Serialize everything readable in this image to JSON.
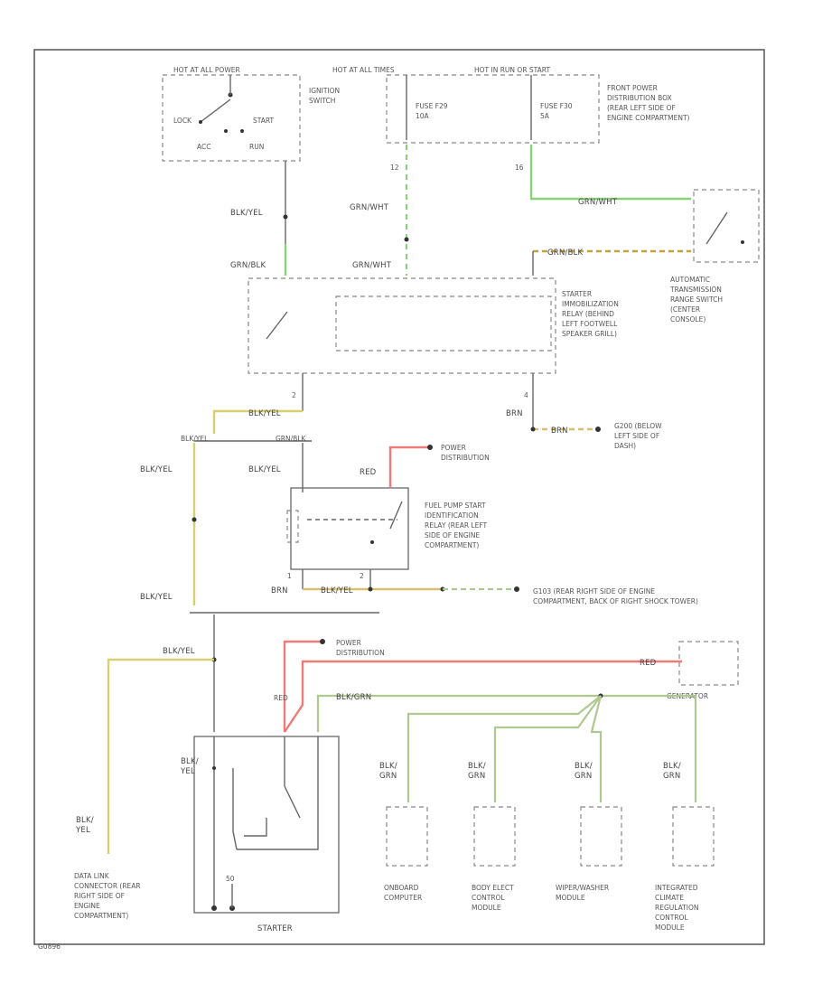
{
  "labels": {
    "hot_ign_run": "HOT AT ALL TIMES",
    "ign_title": "HOT AT ALL POWER",
    "hot_cranking": "HOT IN RUN OR START",
    "ignition_switch": "IGNITION SWITCH",
    "lock": "LOCK",
    "start": "START",
    "acc": "ACC",
    "run": "RUN",
    "fuse_10a": "FUSE F29 10A",
    "fuse_5a": "FUSE F30 5A",
    "front_pdb": "FRONT POWER DISTRIBUTION BOX (REAR LEFT SIDE OF ENGINE COMPARTMENT)",
    "blk_yel_1": "BLK/YEL",
    "grn_wht_1": "GRN/WHT",
    "grn_wht_2": "GRN/WHT",
    "grn_wht_3": "GRN/WHT",
    "grn_blk_1": "GRN/BLK",
    "grn_blk_2": "GRN/BLK",
    "atr_switch": "AUTOMATIC TRANSMISSION RANGE SWITCH (CENTER CONSOLE)",
    "starter_relay": "STARTER IMMOBILIZATION RELAY (BEHIND LEFT FOOTWELL SPEAKER GRILL)",
    "brn_1": "BRN",
    "brn_2": "BRN",
    "g200": "G200 (BELOW LEFT SIDE OF DASH)",
    "blk_yel_2": "BLK/YEL",
    "blk_yel_3": "BLK/YEL",
    "blk_yel_4": "BLK/YEL",
    "blk_yel_5": "BLK/YEL",
    "blk_yel_6": "BLK/YEL",
    "blk_yel_7": "BLK/YEL",
    "blk_yel_8": "BLK/YEL",
    "grn_blk_3": "GRN/BLK",
    "red_1": "RED",
    "power_dist_1": "POWER DISTRIBUTION",
    "fuel_pump_relay": "FUEL PUMP START IDENTIFICATION RELAY (REAR LEFT SIDE OF ENGINE COMPARTMENT)",
    "g103": "G103 (REAR RIGHT SIDE OF ENGINE COMPARTMENT, BACK OF RIGHT SHOCK TOWER)",
    "power_dist_2": "POWER DISTRIBUTION",
    "red_2": "RED",
    "red_3": "RED",
    "blk_grn": "BLK/GRN",
    "generator": "GENERATOR",
    "blk_yel_9": "BLK/ YEL",
    "blk_grn_1": "BLK/ GRN",
    "blk_grn_2": "BLK/ GRN",
    "blk_grn_3": "BLK/ GRN",
    "blk_grn_4": "BLK/ GRN",
    "blk_yel_10": "BLK/ YEL",
    "dlc": "DATA LINK CONNECTOR (REAR RIGHT SIDE OF ENGINE COMPARTMENT)",
    "starter": "STARTER",
    "onboard": "ONBOARD COMPUTER",
    "body_elect": "BODY ELECT CONTROL MODULE",
    "wiper": "WIPER/WASHER MODULE",
    "climate": "INTEGRATED CLIMATE REGULATION CONTROL MODULE",
    "pin_12": "12",
    "pin_16": "16",
    "pin_2": "2",
    "pin_4": "4",
    "pin_1": "1",
    "pin_2b": "2",
    "pin_50": "50",
    "code": "G0896"
  }
}
